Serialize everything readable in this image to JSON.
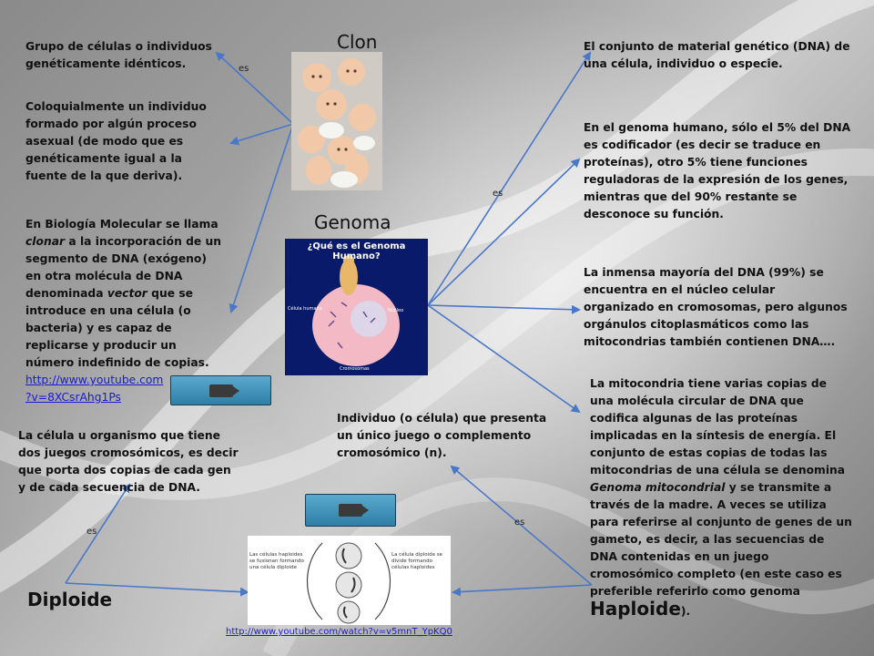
{
  "titles": {
    "clon": "Clon",
    "genoma": "Genoma",
    "diploide": "Diploide",
    "haploide": "Haploide"
  },
  "es_label": "es",
  "clon_defs": {
    "def1": "Grupo de células o individuos genéticamente idénticos.",
    "def2": "Coloquialmente un individuo formado por algún proceso asexual (de modo que es genéticamente igual a la fuente de la que deriva).",
    "def3_a": "En Biología Molecular se llama ",
    "def3_em1": "clonar",
    "def3_b": " a la incorporación de un segmento de DNA (exógeno) en otra molécula de DNA denominada ",
    "def3_em2": "vector",
    "def3_c": " que se introduce en una célula (o bacteria) y es capaz de replicarse y producir un número indefinido de copias.",
    "link1_a": "http://www.youtube.com",
    "link1_b": "?v=8XCsrAhg1Ps"
  },
  "genoma_defs": {
    "def1": "El conjunto de material genético (DNA) de una célula, individuo o especie.",
    "def2": "En el genoma humano, sólo el 5% del DNA es codificador (es decir se traduce en proteínas), otro 5% tiene funciones reguladoras de la expresión de los genes, mientras que del 90% restante se desconoce su función.",
    "def3": "La inmensa mayoría del DNA (99%) se encuentra en el núcleo celular organizado en cromosomas, pero algunos orgánulos citoplasmáticos como las mitocondrias también contienen DNA….",
    "def4_a": "La mitocondria tiene varias copias de una molécula circular de DNA que codifica algunas de las proteínas implicadas en la síntesis de energía. El conjunto de estas copias de todas las mitocondrias de una célula se denomina ",
    "def4_em": "Genoma mitocondrial",
    "def4_b": " y se transmite a través de la madre. A veces se utiliza para referirse al conjunto de genes de un gameto, es decir, a las secuencias de DNA contenidas en un juego cromosómico completo (en este caso es preferible referirlo como genoma",
    "def4_end": ")."
  },
  "diploide_def": "La célula u organismo que tiene dos juegos cromosómicos, es decir que porta dos copias de cada gen y de cada secuencia de DNA.",
  "haploide_def": "Individuo (o célula) que presenta un único juego o complemento cromosómico (n).",
  "link2": "http://www.youtube.com/watch?v=v5mnT_YpKQ0",
  "genoma_image": {
    "title": "¿Qué es el Genoma Humano?",
    "label_cell": "Célula humana",
    "label_nucleus": "Núcleo",
    "label_chromosomes": "Cromosomas"
  },
  "cycle_image": {
    "left_text": "Las células haploides se fusionan formando una célula diploide",
    "right_text": "La célula diploide se divide formando células haploides"
  },
  "colors": {
    "arrow": "#4a78c8",
    "button": "#3d8fb9",
    "genoma_bg": "#0a1a6b"
  }
}
